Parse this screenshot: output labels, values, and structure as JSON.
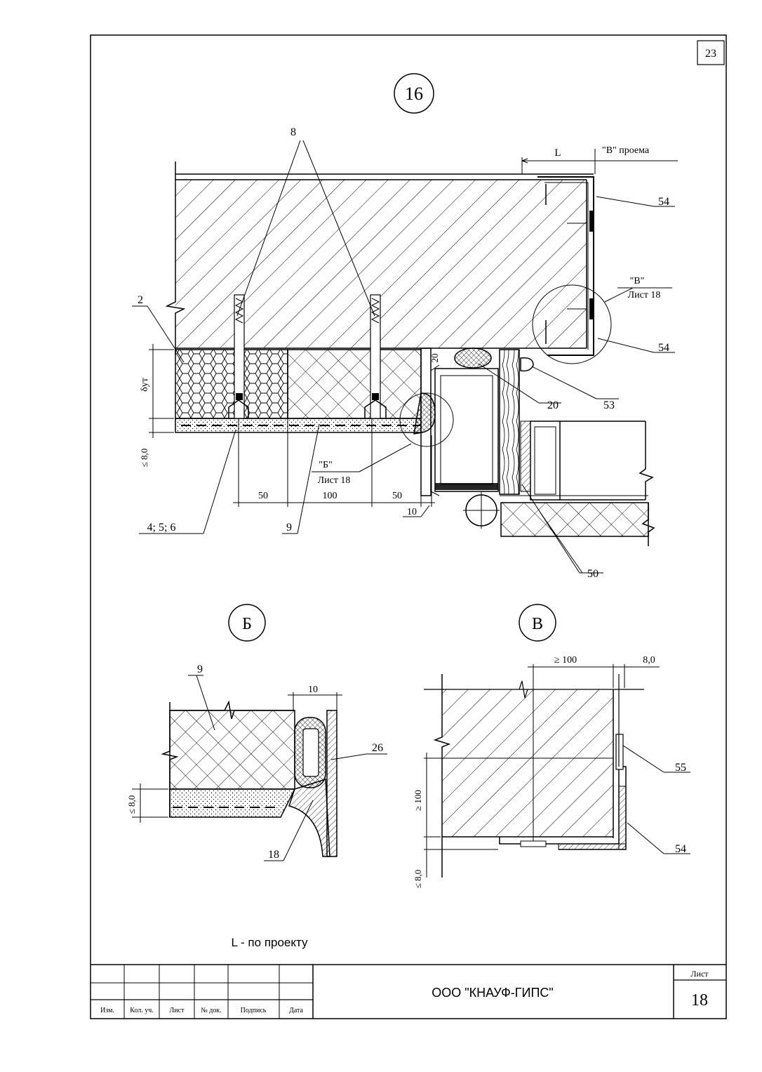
{
  "sheet_number_top": "23",
  "main_detail": {
    "marker": "16",
    "callouts": {
      "c8": "8",
      "c2": "2",
      "c54a": "54",
      "c54b": "54",
      "c20": "20",
      "c53": "53",
      "c50": "50",
      "c456": "4; 5; 6",
      "c9": "9"
    },
    "opening_label": "\"В\" проема",
    "dim_L": "L",
    "ref_B_top": "\"В\"",
    "ref_B_bottom": "Лист 18",
    "ref_Bh_top": "\"Б\"",
    "ref_Bh_bottom": "Лист 18",
    "dim_thickness": "δут",
    "dim_render": "≤ 8,0",
    "dim_20": "20",
    "dim_50a": "50",
    "dim_100": "100",
    "dim_50b": "50",
    "dim_10": "10"
  },
  "detail_b": {
    "marker": "Б",
    "c9": "9",
    "c26": "26",
    "c18": "18",
    "dim_10": "10",
    "dim_render": "≤ 8,0"
  },
  "detail_v": {
    "marker": "В",
    "dim_100_top": "≥ 100",
    "dim_8_top": "8,0",
    "dim_100_side": "≥ 100",
    "dim_render": "≤ 8,0",
    "c55": "55",
    "c54": "54"
  },
  "note": "L - по проекту",
  "title_block": {
    "headers": [
      "Изм.",
      "Кол. уч.",
      "Лист",
      "№ док.",
      "Подпись",
      "Дата"
    ],
    "company": "ООО \"КНАУФ-ГИПС\"",
    "sheet_label": "Лист",
    "sheet_number": "18"
  }
}
